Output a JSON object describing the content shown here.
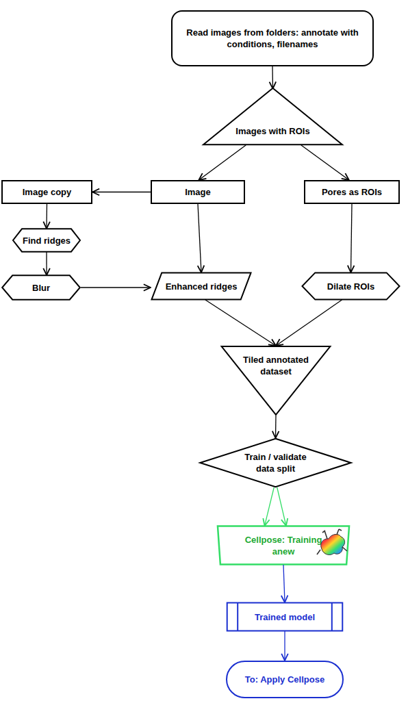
{
  "diagram": {
    "nodes": [
      {
        "text": [
          "Read images from folders: annotate with conditions, filenames"
        ]
      },
      {
        "text": [
          "Images with ROIs"
        ]
      },
      {
        "text": [
          "Image copy"
        ]
      },
      {
        "text": [
          "Image"
        ]
      },
      {
        "text": [
          "Pores as ROIs"
        ]
      },
      {
        "text": [
          "Find ridges"
        ]
      },
      {
        "text": [
          "Blur"
        ]
      },
      {
        "text": [
          "Enhanced ridges"
        ]
      },
      {
        "text": [
          "Dilate ROIs"
        ]
      },
      {
        "text": [
          "Tiled annotated dataset"
        ]
      },
      {
        "text": [
          "Train / validate data split"
        ]
      },
      {
        "text": [
          "Cellpose: Training anew"
        ]
      },
      {
        "text": [
          "Trained model"
        ]
      },
      {
        "text": [
          "To: Apply Cellpose"
        ]
      }
    ],
    "edges": [
      {
        "from": 0,
        "to": 1,
        "arrow": "to"
      },
      {
        "from": 1,
        "to": 3,
        "arrow": "to"
      },
      {
        "from": 1,
        "to": 4,
        "arrow": "to"
      },
      {
        "from": 3,
        "to": 2,
        "arrow": "to"
      },
      {
        "from": 2,
        "to": 5,
        "arrow": "to"
      },
      {
        "from": 5,
        "to": 6,
        "arrow": "to"
      },
      {
        "from": 6,
        "to": 7,
        "arrow": "to"
      },
      {
        "from": 3,
        "to": 7,
        "arrow": "to"
      },
      {
        "from": 4,
        "to": 8,
        "arrow": "to"
      },
      {
        "from": 7,
        "to": 9,
        "arrow": "to"
      },
      {
        "from": 8,
        "to": 9,
        "arrow": "to"
      },
      {
        "from": 9,
        "to": 10,
        "arrow": "to"
      },
      {
        "from": 10,
        "to": 11,
        "arrow": "to"
      },
      {
        "from": 10,
        "to": 11,
        "arrow": "to"
      },
      {
        "from": 11,
        "to": 12,
        "arrow": "to"
      },
      {
        "from": 12,
        "to": 13,
        "arrow": "to"
      }
    ]
  }
}
